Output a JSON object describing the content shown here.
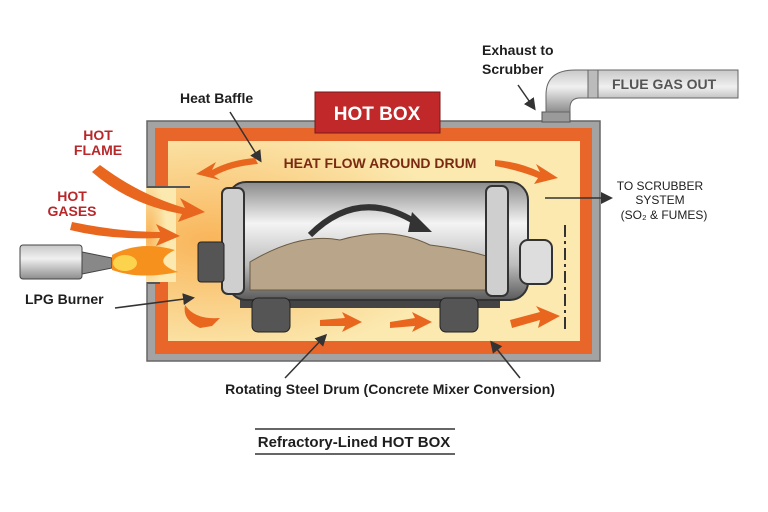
{
  "title_badge": "HOT BOX",
  "labels": {
    "exhaust_line1": "Exhaust to",
    "exhaust_line2": "Scrubber",
    "flue_gas": "FLUE GAS OUT",
    "heat_baffle": "Heat Baffle",
    "hot_flame_line1": "HOT",
    "hot_flame_line2": "FLAME",
    "hot_gases_line1": "HOT",
    "hot_gases_line2": "GASES",
    "heat_flow": "HEAT FLOW AROUND DRUM",
    "scrubber_line1": "TO SCRUBBER",
    "scrubber_line2": "SYSTEM",
    "scrubber_line3": "(SO₂ & FUMES)",
    "lpg_burner": "LPG Burner",
    "drum": "Rotating Steel Drum (Concrete Mixer Conversion)"
  },
  "caption": "Refractory-Lined HOT BOX",
  "colors": {
    "shell": "#9e9e9e",
    "refractory": "#e8662a",
    "interior": "#fbe9b0",
    "badge": "#c0282a",
    "arrow": "#e8661e",
    "label_red": "#b8282a"
  }
}
